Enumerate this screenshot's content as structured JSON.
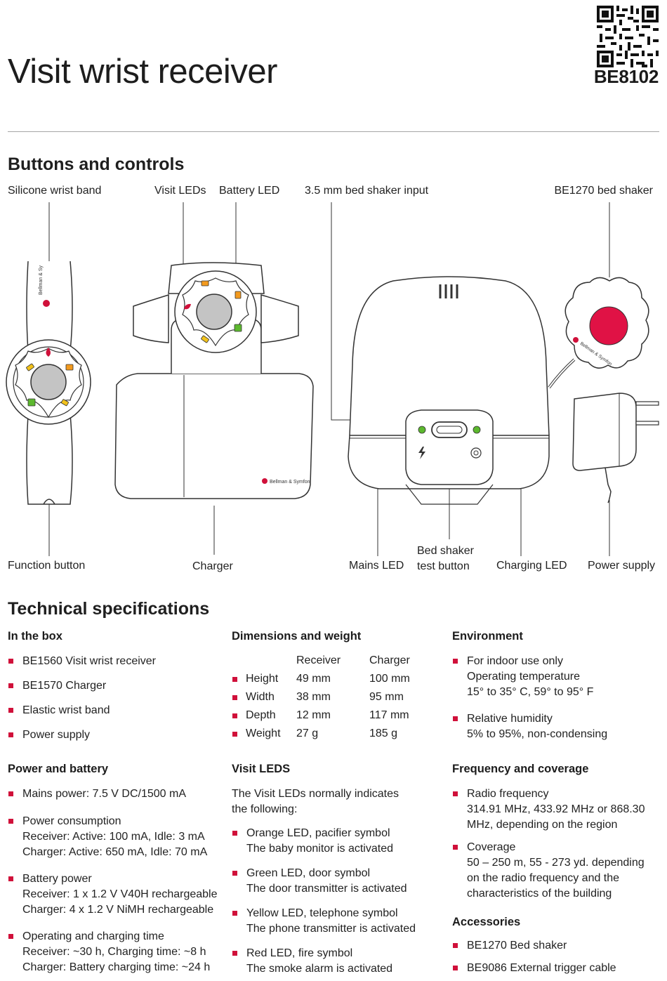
{
  "header": {
    "title": "Visit wrist receiver",
    "model": "BE8102"
  },
  "buttons_section": {
    "heading": "Buttons and controls",
    "top_labels": {
      "wrist_band": "Silicone wrist band",
      "visit_leds": "Visit LEDs",
      "battery_led": "Battery LED",
      "shaker_input": "3.5 mm bed shaker input",
      "bed_shaker": "BE1270 bed shaker"
    },
    "bottom_labels": {
      "function_button": "Function button",
      "charger": "Charger",
      "mains_led": "Mains LED",
      "test_button": "Bed shaker\ntest button",
      "charging_led": "Charging LED",
      "power_supply": "Power supply"
    },
    "brand_text": "Bellman & Symfon"
  },
  "specs": {
    "heading": "Technical specifications",
    "in_the_box": {
      "heading": "In the box",
      "items": [
        "BE1560 Visit wrist receiver",
        "BE1570 Charger",
        "Elastic wrist band",
        "Power supply"
      ]
    },
    "power": {
      "heading": "Power and battery",
      "items": [
        "Mains power: 7.5 V DC/1500 mA",
        "Power consumption\nReceiver: Active: 100 mA, Idle: 3 mA\nCharger: Active: 650 mA, Idle: 70 mA",
        "Battery power\nReceiver: 1 x 1.2 V V40H rechargeable\nCharger: 4 x 1.2 V NiMH rechargeable",
        "Operating and charging time\nReceiver: ~30 h, Charging time: ~8 h\nCharger: Battery charging time: ~24 h"
      ]
    },
    "dimensions": {
      "heading": "Dimensions and weight",
      "col_receiver": "Receiver",
      "col_charger": "Charger",
      "rows": [
        {
          "label": "Height",
          "receiver": "49 mm",
          "charger": "100 mm"
        },
        {
          "label": "Width",
          "receiver": "38 mm",
          "charger": "95 mm"
        },
        {
          "label": "Depth",
          "receiver": "12 mm",
          "charger": "117 mm"
        },
        {
          "label": "Weight",
          "receiver": "27 g",
          "charger": "185 g"
        }
      ]
    },
    "visit_leds": {
      "heading": "Visit LEDS",
      "intro": "The Visit LEDs normally indicates\nthe following:",
      "items": [
        "Orange LED, pacifier symbol\nThe baby monitor is activated",
        "Green LED, door symbol\nThe door transmitter is activated",
        "Yellow LED, telephone symbol\nThe phone transmitter is activated",
        "Red LED, fire symbol\nThe smoke alarm is activated"
      ]
    },
    "environment": {
      "heading": "Environment",
      "items": [
        "For indoor use only\nOperating temperature\n15° to 35° C, 59° to 95° F",
        "Relative humidity\n5% to 95%, non-condensing"
      ]
    },
    "frequency": {
      "heading": "Frequency and coverage",
      "items": [
        "Radio frequency\n314.91 MHz, 433.92 MHz or 868.30\nMHz, depending on the region",
        "Coverage\n50 – 250 m, 55 - 273 yd. depending\non the radio frequency and the\ncharacteristics of the building"
      ]
    },
    "accessories": {
      "heading": "Accessories",
      "items": [
        "BE1270 Bed shaker",
        "BE9086 External trigger cable"
      ]
    }
  },
  "colors": {
    "accent": "#d0103a",
    "led_green": "#5cb82e",
    "led_orange": "#f39a1e",
    "led_yellow": "#f2c21b",
    "button_grey": "#c4c4c4",
    "rule": "#a6a6a6"
  }
}
